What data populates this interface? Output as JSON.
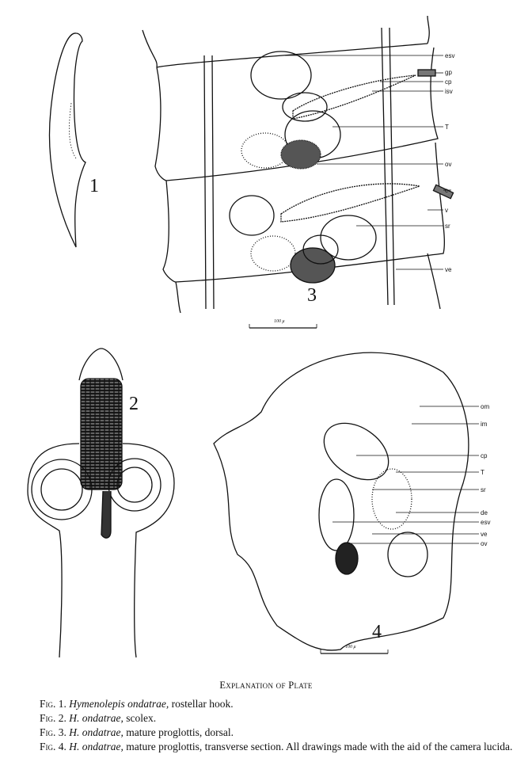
{
  "figure_numbers": {
    "fig1": "1",
    "fig2": "2",
    "fig3": "3",
    "fig4": "4"
  },
  "scale_bars": {
    "fig3": "100 μ",
    "fig4": "100 μ"
  },
  "fig3_labels": [
    "esv",
    "gp",
    "cp",
    "isv",
    "T",
    "ov",
    "c",
    "v",
    "sr",
    "ve"
  ],
  "fig4_labels": [
    "om",
    "im",
    "cp",
    "T",
    "sr",
    "de",
    "esv",
    "ve",
    "ov"
  ],
  "caption": {
    "title": "Explanation of Plate",
    "items": [
      {
        "fig": "Fig. 1.",
        "species": "Hymenolepis ondatrae,",
        "text": " rostellar hook."
      },
      {
        "fig": "Fig. 2.",
        "species": "H. ondatrae,",
        "text": " scolex."
      },
      {
        "fig": "Fig. 3.",
        "species": "H. ondatrae,",
        "text": " mature proglottis, dorsal."
      },
      {
        "fig": "Fig. 4.",
        "species": "H. ondatrae,",
        "text": " mature proglottis, transverse section. All drawings made with the aid of the camera lucida."
      }
    ]
  }
}
